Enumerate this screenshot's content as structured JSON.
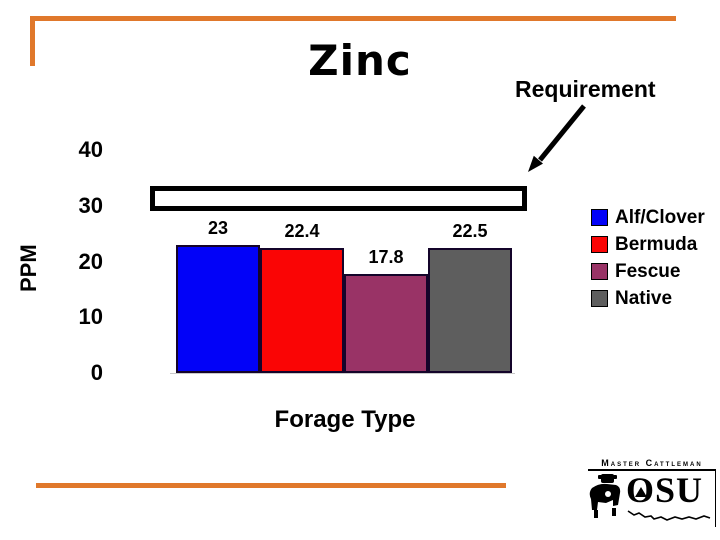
{
  "slide": {
    "title": "Zinc",
    "annotation": "Requirement",
    "accent_color": "#E0782B",
    "background": "#FFFFFF"
  },
  "chart_data": {
    "type": "bar",
    "title": "Zinc",
    "categories": [
      "Alf/Clover",
      "Bermuda",
      "Fescue",
      "Native"
    ],
    "values": [
      23,
      22.4,
      17.8,
      22.5
    ],
    "value_labels": [
      "23",
      "22.4",
      "17.8",
      "22.5"
    ],
    "bar_colors": [
      "#0202F8",
      "#FA0505",
      "#993366",
      "#5E5E5E"
    ],
    "xlabel": "Forage Type",
    "ylabel": "PPM",
    "ylim": [
      0,
      40
    ],
    "yticks": [
      0,
      10,
      20,
      30,
      40
    ],
    "grid": false,
    "legend_position": "right",
    "requirement_band": {
      "label": "Requirement",
      "from": 29,
      "to": 33.5,
      "fill": "#FFFFFF",
      "border": "#000000"
    }
  },
  "logo": {
    "program": "Master Cattleman",
    "university": "OSU"
  }
}
